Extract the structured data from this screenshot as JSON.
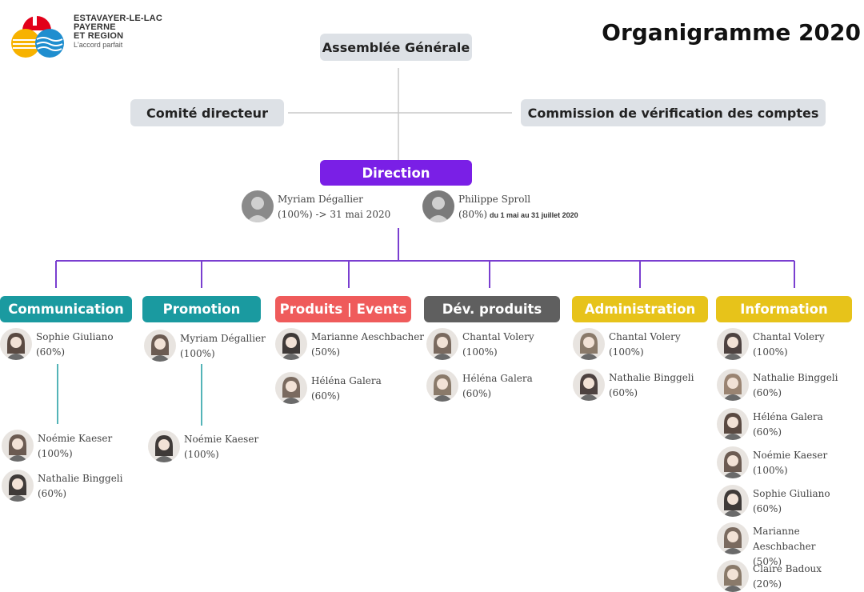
{
  "logo": {
    "line1": "ESTAVAYER-LE-LAC",
    "line2": "PAYERNE",
    "line3": "ET REGION",
    "tagline": "L'accord parfait",
    "colors": [
      "#e2001a",
      "#f7b200",
      "#1f8ecf"
    ]
  },
  "title": "Organigramme 2020",
  "top": {
    "assembly": "Assemblée Générale",
    "committee": "Comité directeur",
    "audit": "Commission de vérification des comptes",
    "direction": "Direction"
  },
  "direction_people": [
    {
      "name": "Myriam Dégallier",
      "detail": "(100%) -> 31 mai 2020",
      "note": "",
      "avatar": "grey"
    },
    {
      "name": "Philippe Sproll",
      "detail": "(80%)",
      "note": "du 1 mai au 31 juillet 2020",
      "avatar": "grey"
    }
  ],
  "departments": [
    {
      "name": "Communication",
      "color": "#1a9aa0",
      "people": [
        {
          "name": "Sophie Giuliano",
          "pct": "(60%)"
        },
        {
          "name": "Noémie Kaeser",
          "pct": "(100%)"
        },
        {
          "name": "Nathalie Binggeli",
          "pct": "(60%)"
        }
      ]
    },
    {
      "name": "Promotion",
      "color": "#1a9aa0",
      "people": [
        {
          "name": "Myriam Dégallier",
          "pct": "(100%)"
        },
        {
          "name": "Noémie Kaeser",
          "pct": "(100%)"
        }
      ]
    },
    {
      "name": "Produits | Events",
      "color": "#ef5b5b",
      "people": [
        {
          "name": "Marianne Aeschbacher",
          "pct": "(50%)"
        },
        {
          "name": "Héléna Galera",
          "pct": "(60%)"
        }
      ]
    },
    {
      "name": "Dév. produits",
      "color": "#5f5f5f",
      "people": [
        {
          "name": "Chantal Volery",
          "pct": "(100%)"
        },
        {
          "name": "Héléna Galera",
          "pct": "(60%)"
        }
      ]
    },
    {
      "name": "Administration",
      "color": "#e7c31a",
      "people": [
        {
          "name": "Chantal Volery",
          "pct": "(100%)"
        },
        {
          "name": "Nathalie Binggeli",
          "pct": "(60%)"
        }
      ]
    },
    {
      "name": "Information",
      "color": "#e7c31a",
      "people": [
        {
          "name": "Chantal Volery",
          "pct": "(100%)"
        },
        {
          "name": "Nathalie Binggeli",
          "pct": "(60%)"
        },
        {
          "name": "Héléna Galera",
          "pct": "(60%)"
        },
        {
          "name": "Noémie Kaeser",
          "pct": "(100%)"
        },
        {
          "name": "Sophie Giuliano",
          "pct": "(60%)"
        },
        {
          "name": "Marianne Aeschbacher",
          "pct": "(50%)"
        },
        {
          "name": "Claire Badoux",
          "pct": "(20%)"
        }
      ]
    }
  ],
  "colors": {
    "direction": "#7a1fe6",
    "connector": "#7a3fd0",
    "neutral_line": "#c8c8c8",
    "grey_box": "#dde1e6",
    "teal_line": "#1a9aa0"
  }
}
